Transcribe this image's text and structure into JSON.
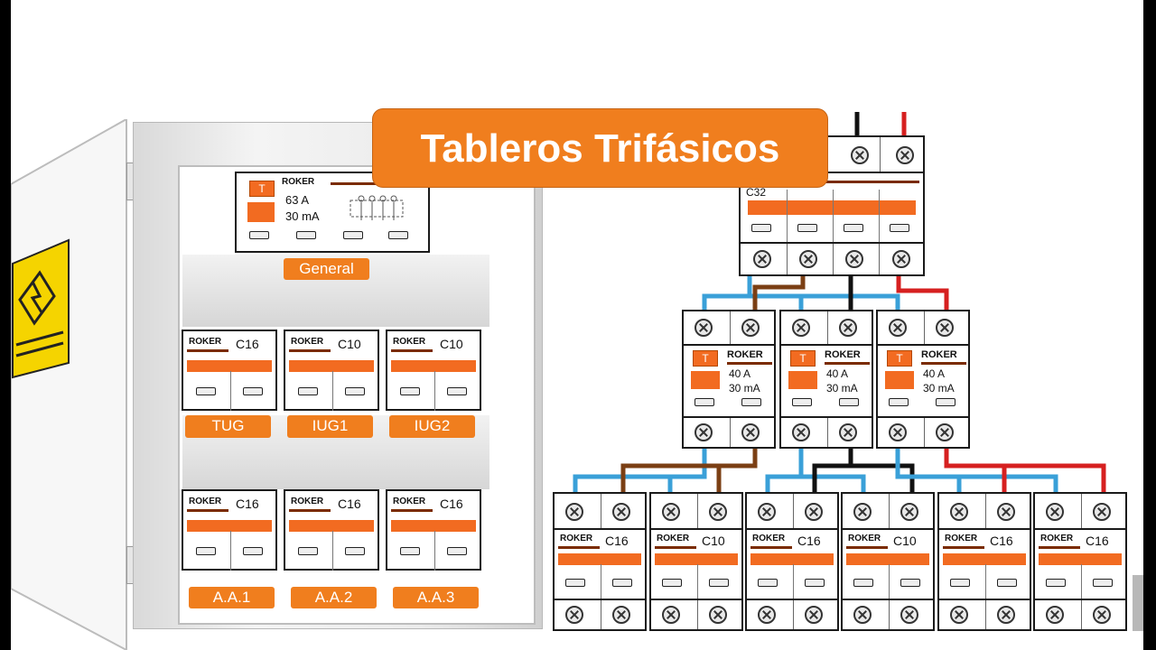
{
  "title": "Tableros Trifásicos",
  "brand": "ROKER",
  "general": {
    "current": "63 A",
    "sensitivity": "30 mA",
    "label": "General"
  },
  "panel_row1": [
    {
      "rating": "C16",
      "label": "TUG"
    },
    {
      "rating": "C10",
      "label": "IUG1"
    },
    {
      "rating": "C10",
      "label": "IUG2"
    }
  ],
  "panel_row2": [
    {
      "rating": "C16",
      "label": "A.A.1"
    },
    {
      "rating": "C16",
      "label": "A.A.2"
    },
    {
      "rating": "C16",
      "label": "A.A.3"
    }
  ],
  "main_breaker": {
    "rating": "C32"
  },
  "rcds": [
    {
      "current": "40 A",
      "sensitivity": "30 mA"
    },
    {
      "current": "40 A",
      "sensitivity": "30 mA"
    },
    {
      "current": "40 A",
      "sensitivity": "30 mA"
    }
  ],
  "bottom_breakers": [
    {
      "rating": "C16"
    },
    {
      "rating": "C10"
    },
    {
      "rating": "C16"
    },
    {
      "rating": "C10"
    },
    {
      "rating": "C16"
    },
    {
      "rating": "C16"
    }
  ],
  "colors": {
    "accent": "#f07e1e",
    "phase_brown": "#7b3f14",
    "phase_black": "#111111",
    "phase_red": "#d62020",
    "neutral_blue": "#3aa0d8"
  }
}
